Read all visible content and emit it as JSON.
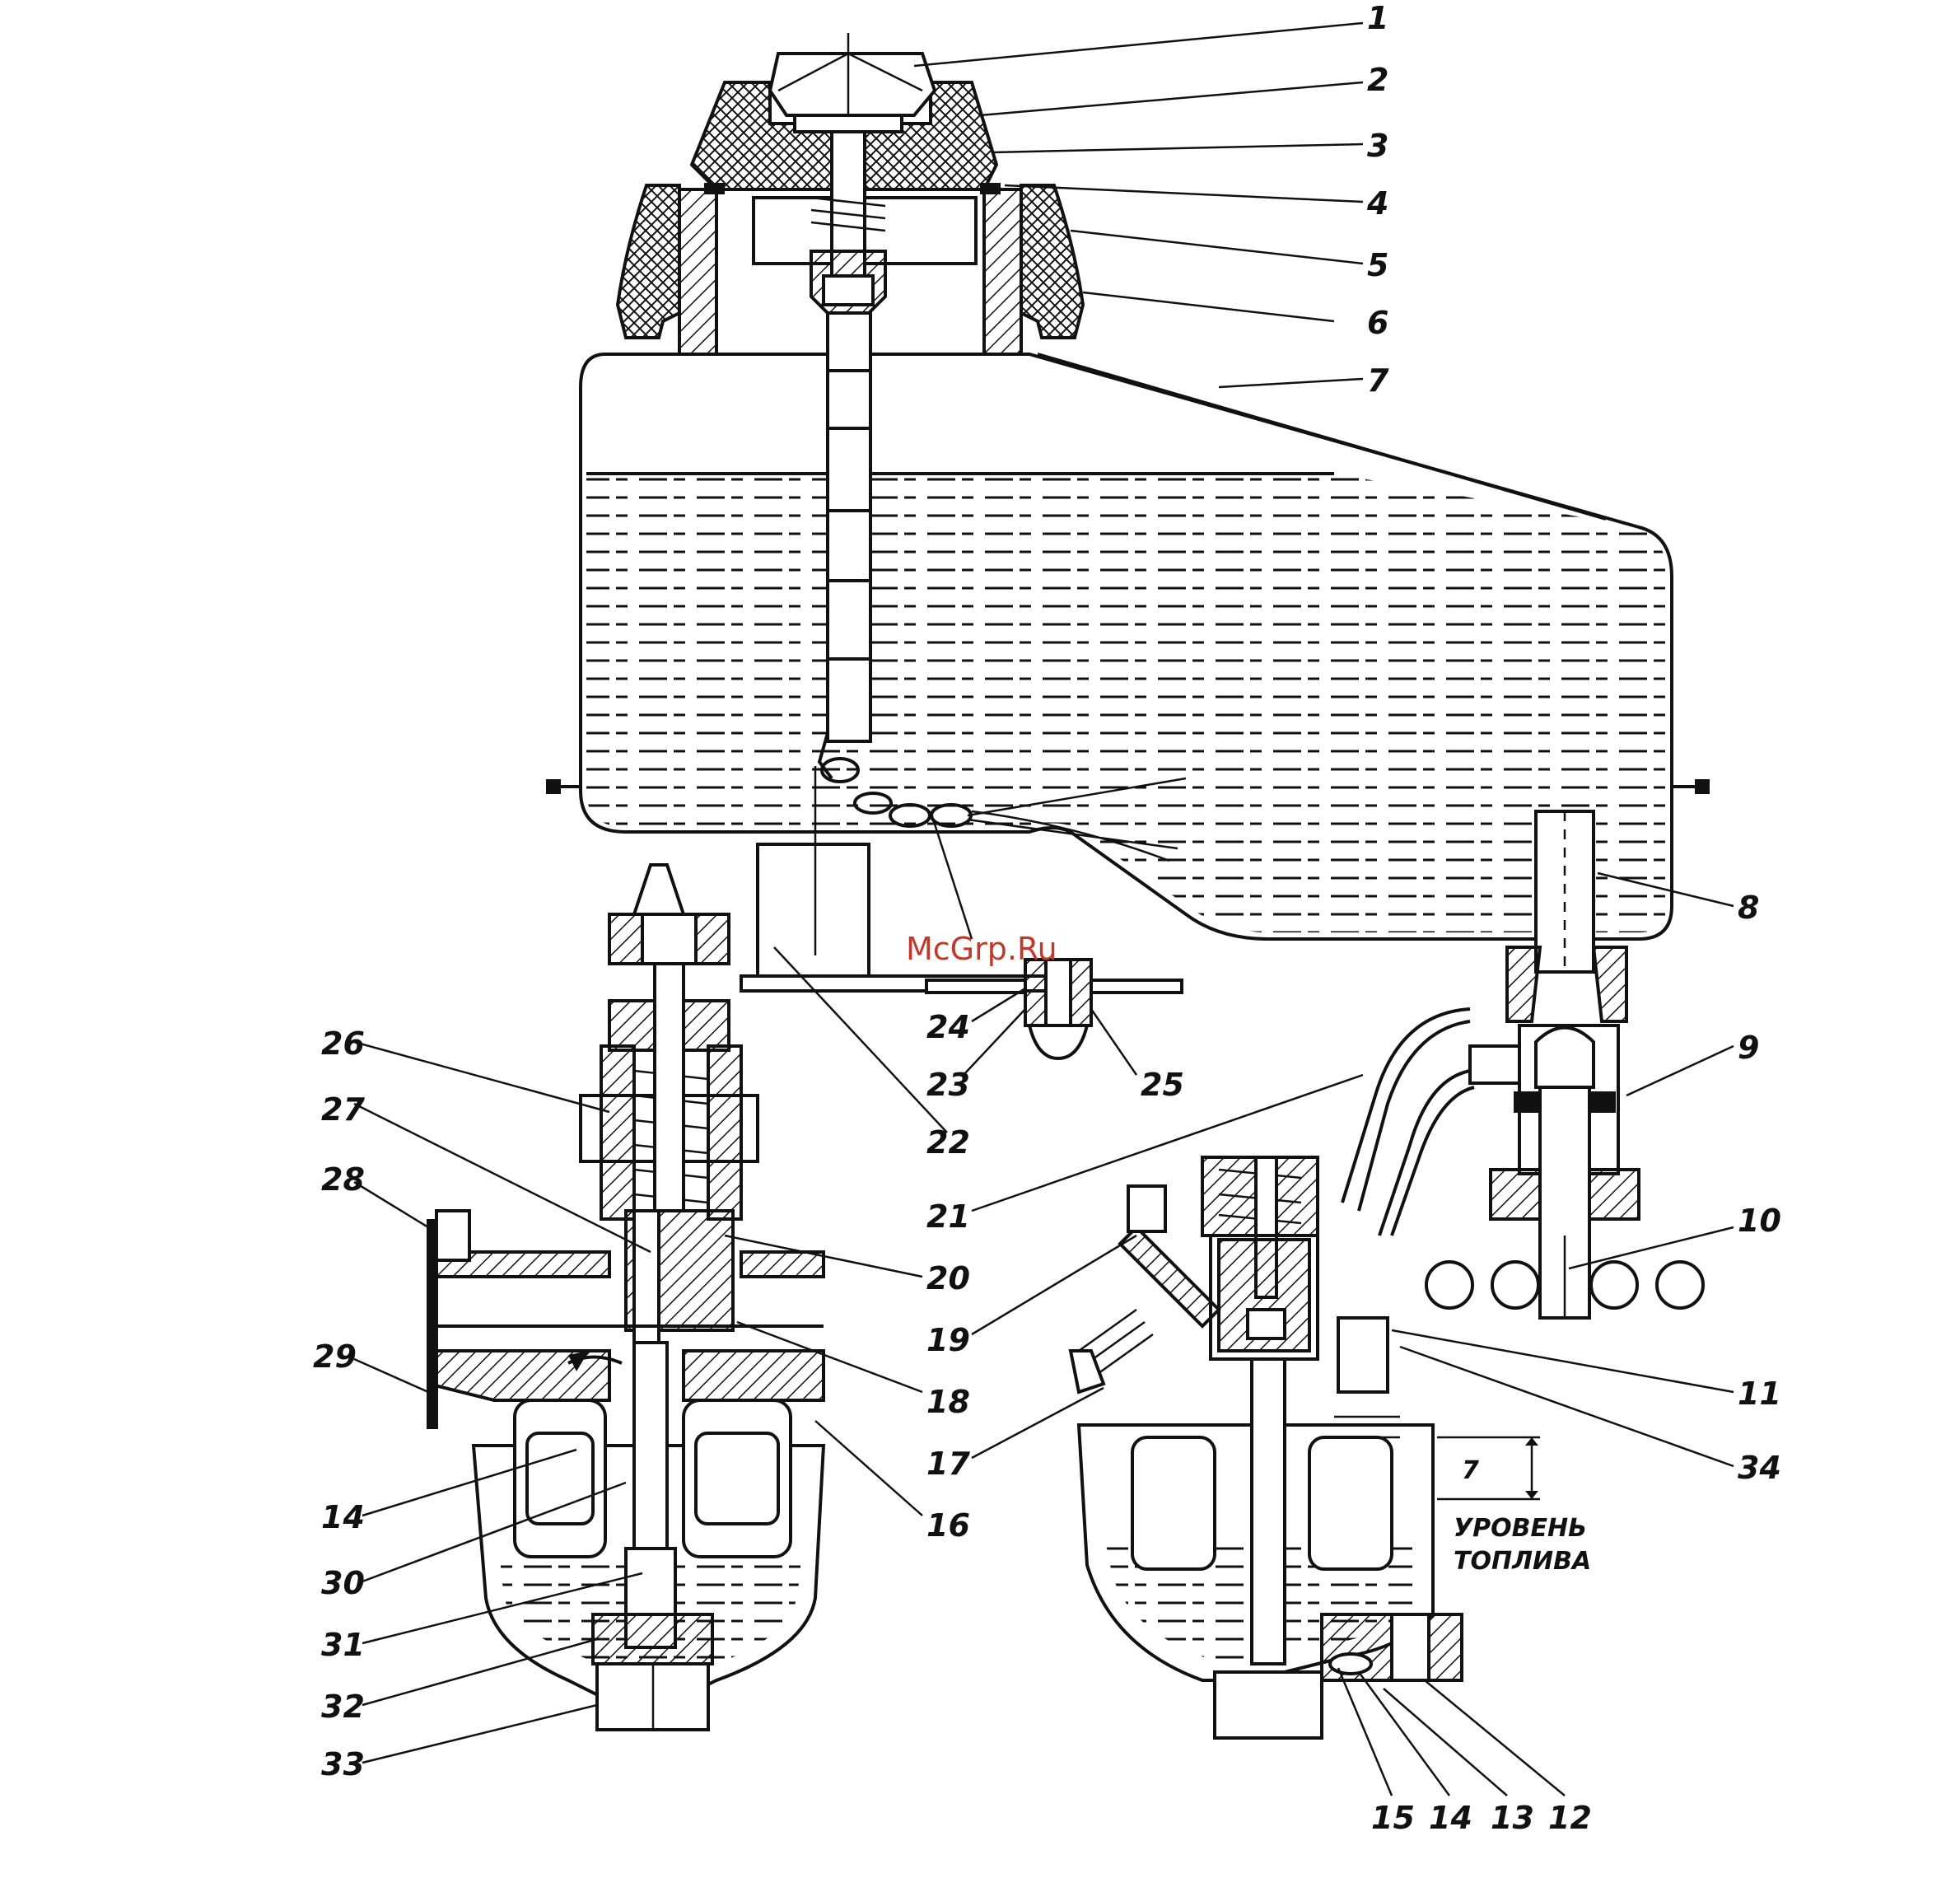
{
  "watermark": "McGrp.Ru",
  "fuel_level": {
    "label_line1": "УРОВЕНЬ",
    "label_line2": "ТОПЛИВА",
    "dimension": "7"
  },
  "callouts": [
    "1",
    "2",
    "3",
    "4",
    "5",
    "6",
    "7",
    "8",
    "9",
    "10",
    "11",
    "34",
    "12",
    "13",
    "14",
    "15",
    "16",
    "17",
    "18",
    "19",
    "20",
    "21",
    "22",
    "23",
    "24",
    "25",
    "26",
    "27",
    "28",
    "29",
    "14",
    "30",
    "31",
    "32",
    "33"
  ]
}
